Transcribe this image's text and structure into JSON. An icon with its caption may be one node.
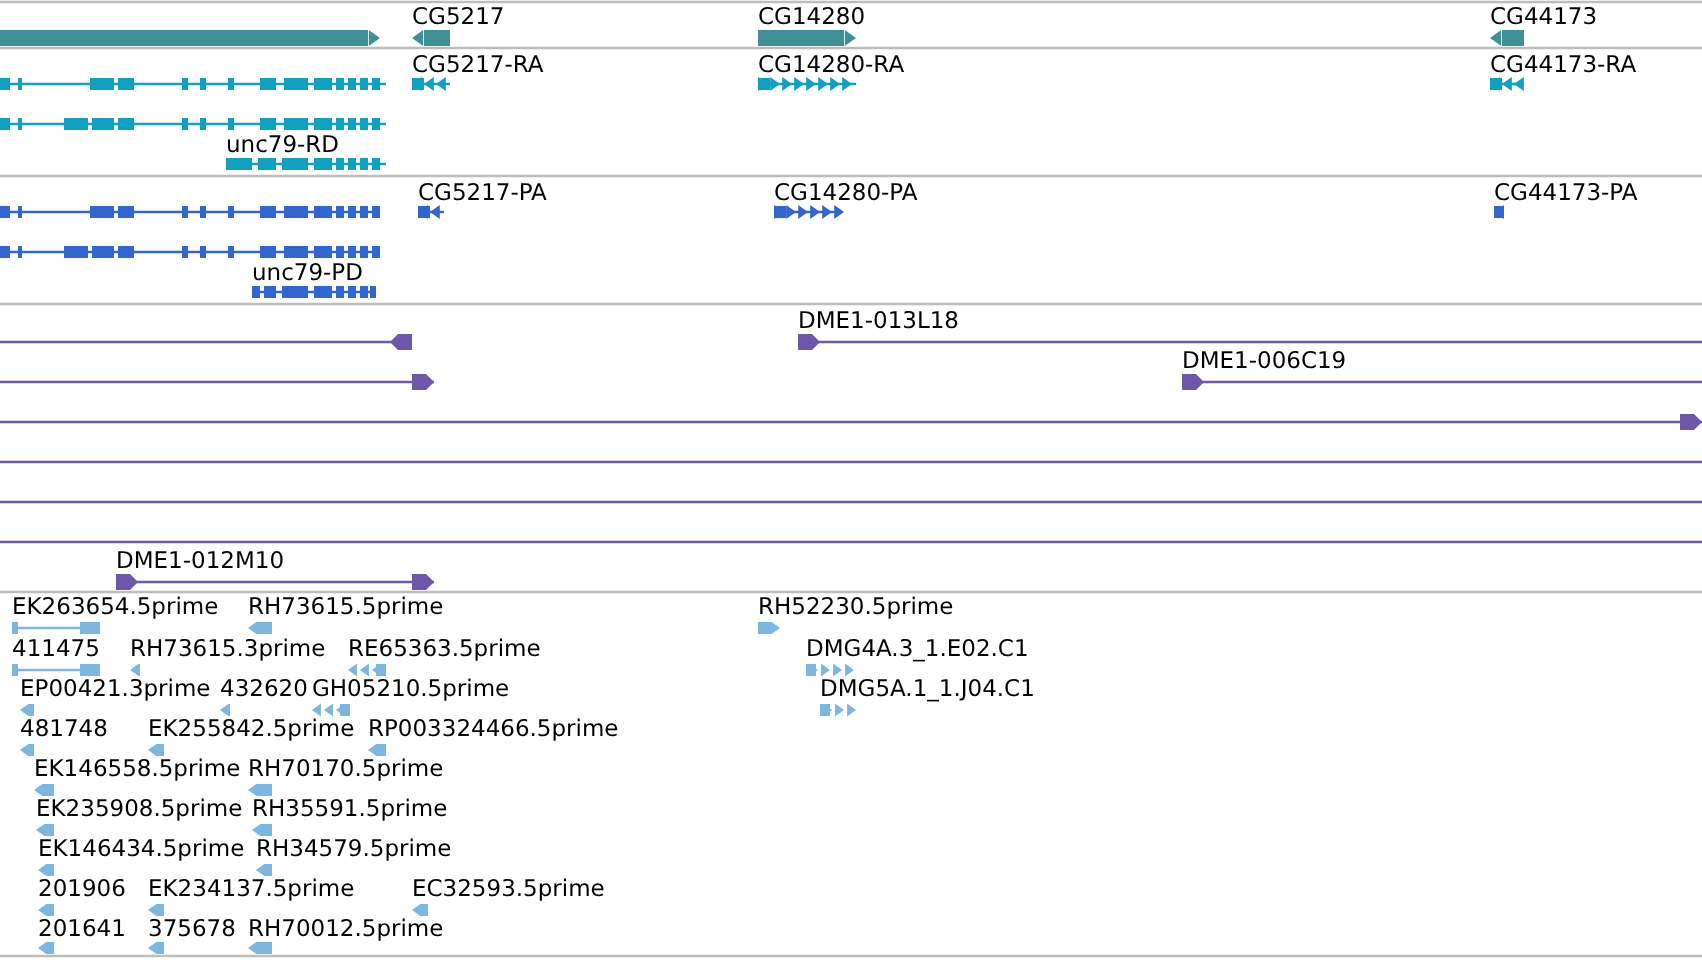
{
  "diagram": {
    "labels": [
      "CG5217",
      "CG14280",
      "CG44173",
      "CG5217-RA",
      "CG14280-RA",
      "CG44173-RA",
      "unc79-RD",
      "CG5217-PA",
      "CG14280-PA",
      "CG44173-PA",
      "unc79-PD",
      "DME1-013L18",
      "DME1-006C19",
      "DME1-012M10",
      "EK263654.5prime",
      "RH73615.5prime",
      "RH52230.5prime",
      "411475",
      "RH73615.3prime",
      "RE65363.5prime",
      "DMG4A.3_1.E02.C1",
      "EP00421.3prime",
      "432620",
      "GH05210.5prime",
      "DMG5A.1_1.J04.C1",
      "481748",
      "EK255842.5prime",
      "RP003324466.5prime",
      "EK146558.5prime",
      "RH70170.5prime",
      "EK235908.5prime",
      "RH35591.5prime",
      "EK146434.5prime",
      "RH34579.5prime",
      "201906",
      "EK234137.5prime",
      "EC32593.5prime",
      "201641",
      "375678",
      "RH70012.5prime"
    ]
  }
}
